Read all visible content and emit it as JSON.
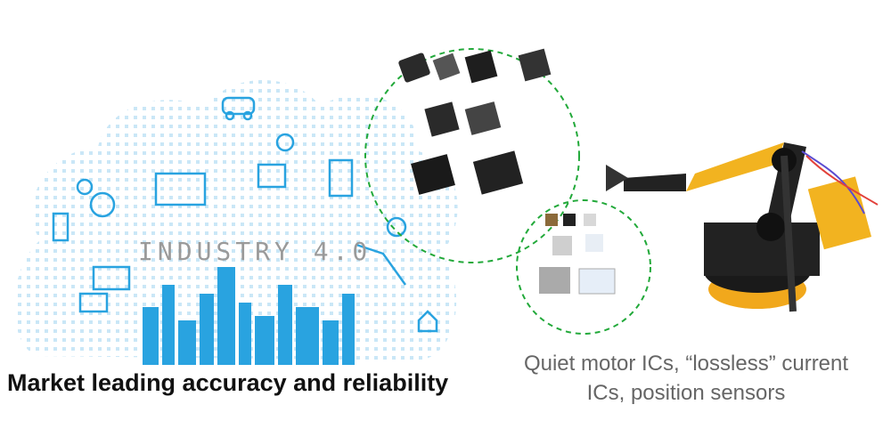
{
  "cloud": {
    "label": "INDUSTRY 4.0",
    "accent_color": "#29a3e0"
  },
  "captions": {
    "left": "Market leading accuracy and reliability",
    "right_line1": "Quiet motor ICs, “lossless” current",
    "right_line2": "ICs, position sensors"
  },
  "circle_color": "#22a93a"
}
